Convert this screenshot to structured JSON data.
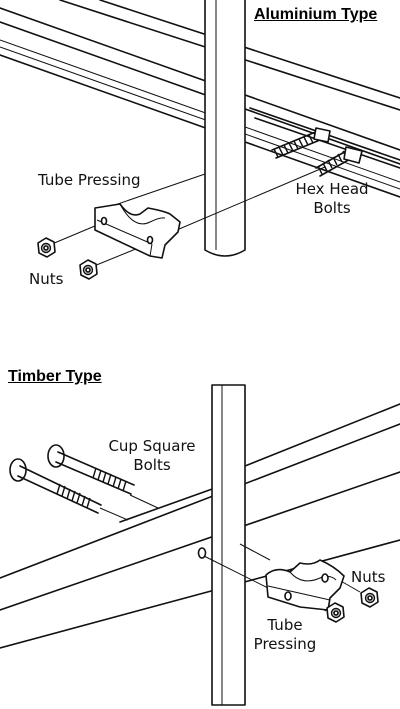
{
  "aluminium": {
    "title": "Aluminium Type",
    "label_tube_pressing": "Tube Pressing",
    "label_hex_head_bolts_1": "Hex Head",
    "label_hex_head_bolts_2": "Bolts",
    "label_nuts": "Nuts"
  },
  "timber": {
    "title": "Timber Type",
    "label_cup_square_bolts_1": "Cup Square",
    "label_cup_square_bolts_2": "Bolts",
    "label_nuts": "Nuts",
    "label_tube_pressing_1": "Tube",
    "label_tube_pressing_2": "Pressing"
  }
}
